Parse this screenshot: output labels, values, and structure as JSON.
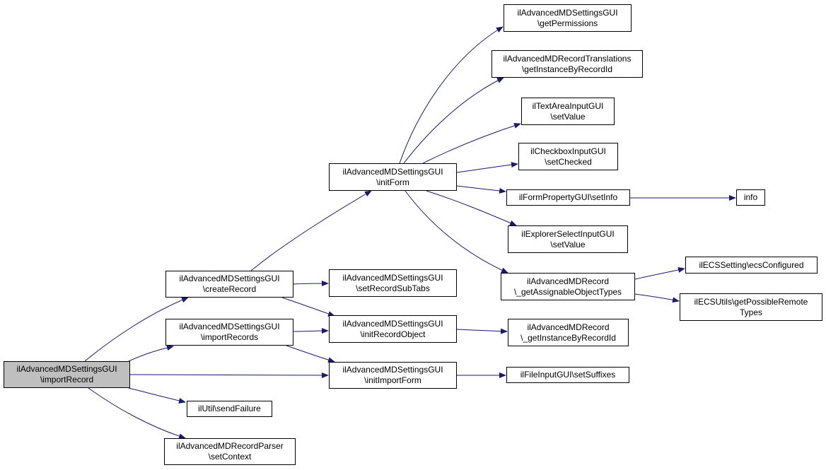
{
  "colors": {
    "edge": "#191970",
    "node_border": "#000000",
    "root_fill": "#bfbfbf",
    "node_fill": "#ffffff"
  },
  "nodes": {
    "root": {
      "l1": "ilAdvancedMDSettingsGUI",
      "l2": "\\importRecord"
    },
    "create_record": {
      "l1": "ilAdvancedMDSettingsGUI",
      "l2": "\\createRecord"
    },
    "import_records": {
      "l1": "ilAdvancedMDSettingsGUI",
      "l2": "\\importRecords"
    },
    "send_failure": {
      "l1": "ilUtil\\sendFailure",
      "l2": ""
    },
    "set_context": {
      "l1": "ilAdvancedMDRecordParser",
      "l2": "\\setContext"
    },
    "init_form": {
      "l1": "ilAdvancedMDSettingsGUI",
      "l2": "\\initForm"
    },
    "set_record_sub_tabs": {
      "l1": "ilAdvancedMDSettingsGUI",
      "l2": "\\setRecordSubTabs"
    },
    "init_record_object": {
      "l1": "ilAdvancedMDSettingsGUI",
      "l2": "\\initRecordObject"
    },
    "init_import_form": {
      "l1": "ilAdvancedMDSettingsGUI",
      "l2": "\\initImportForm"
    },
    "get_permissions": {
      "l1": "ilAdvancedMDSettingsGUI",
      "l2": "\\getPermissions"
    },
    "get_instance_translations": {
      "l1": "ilAdvancedMDRecordTranslations",
      "l2": "\\getInstanceByRecordId"
    },
    "textarea_set_value": {
      "l1": "ilTextAreaInputGUI",
      "l2": "\\setValue"
    },
    "checkbox_set_checked": {
      "l1": "ilCheckboxInputGUI",
      "l2": "\\setChecked"
    },
    "form_property_set_info": {
      "l1": "ilFormPropertyGUI\\setInfo",
      "l2": ""
    },
    "explorer_set_value": {
      "l1": "ilExplorerSelectInputGUI",
      "l2": "\\setValue"
    },
    "get_assignable_types": {
      "l1": "ilAdvancedMDRecord",
      "l2": "\\_getAssignableObjectTypes"
    },
    "get_instance_by_record_id": {
      "l1": "ilAdvancedMDRecord",
      "l2": "\\_getInstanceByRecordId"
    },
    "file_set_suffixes": {
      "l1": "ilFileInputGUI\\setSuffixes",
      "l2": ""
    },
    "info": {
      "l1": "info",
      "l2": ""
    },
    "ecs_configured": {
      "l1": "ilECSSetting\\ecsConfigured",
      "l2": ""
    },
    "possible_remote_types": {
      "l1": "ilECSUtils\\getPossibleRemote",
      "l2": "Types"
    }
  }
}
